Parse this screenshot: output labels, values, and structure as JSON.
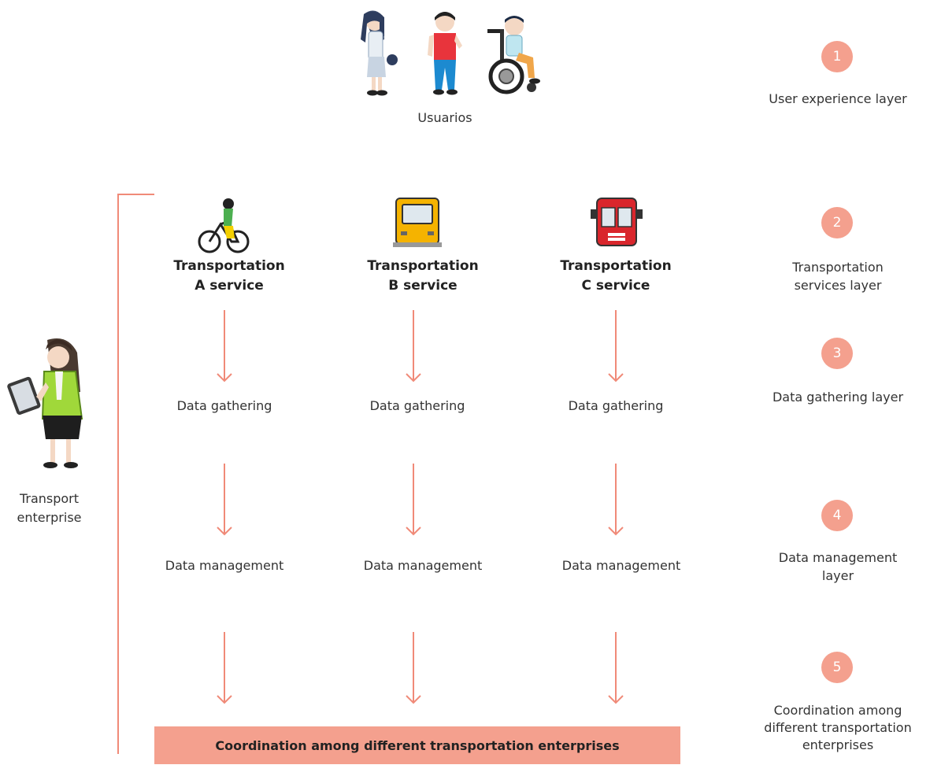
{
  "colors": {
    "accent": "#f08a78",
    "bar_fill": "#f4a08e",
    "badge_fill": "#f4a08e",
    "text": "#222222"
  },
  "users": {
    "label": "Usuarios",
    "icons": [
      "woman-walking-icon",
      "man-walking-icon",
      "wheelchair-user-icon"
    ]
  },
  "enterprise": {
    "label_line1": "Transport",
    "label_line2": "enterprise",
    "icon": "woman-with-tablet-icon"
  },
  "services": [
    {
      "title_line1": "Transportation",
      "title_line2": "A service",
      "icon": "bicycle-icon",
      "data_gathering": "Data gathering",
      "data_management": "Data management"
    },
    {
      "title_line1": "Transportation",
      "title_line2": "B service",
      "icon": "train-icon",
      "data_gathering": "Data gathering",
      "data_management": "Data management"
    },
    {
      "title_line1": "Transportation",
      "title_line2": "C service",
      "icon": "bus-icon",
      "data_gathering": "Data gathering",
      "data_management": "Data management"
    }
  ],
  "coordination_bar": "Coordination among different transportation enterprises",
  "layers": [
    {
      "number": "1",
      "label_lines": [
        "User experience layer"
      ]
    },
    {
      "number": "2",
      "label_lines": [
        "Transportation",
        "services layer"
      ]
    },
    {
      "number": "3",
      "label_lines": [
        "Data gathering layer"
      ]
    },
    {
      "number": "4",
      "label_lines": [
        "Data management",
        "layer"
      ]
    },
    {
      "number": "5",
      "label_lines": [
        "Coordination among",
        "different transportation",
        "enterprises"
      ]
    }
  ]
}
